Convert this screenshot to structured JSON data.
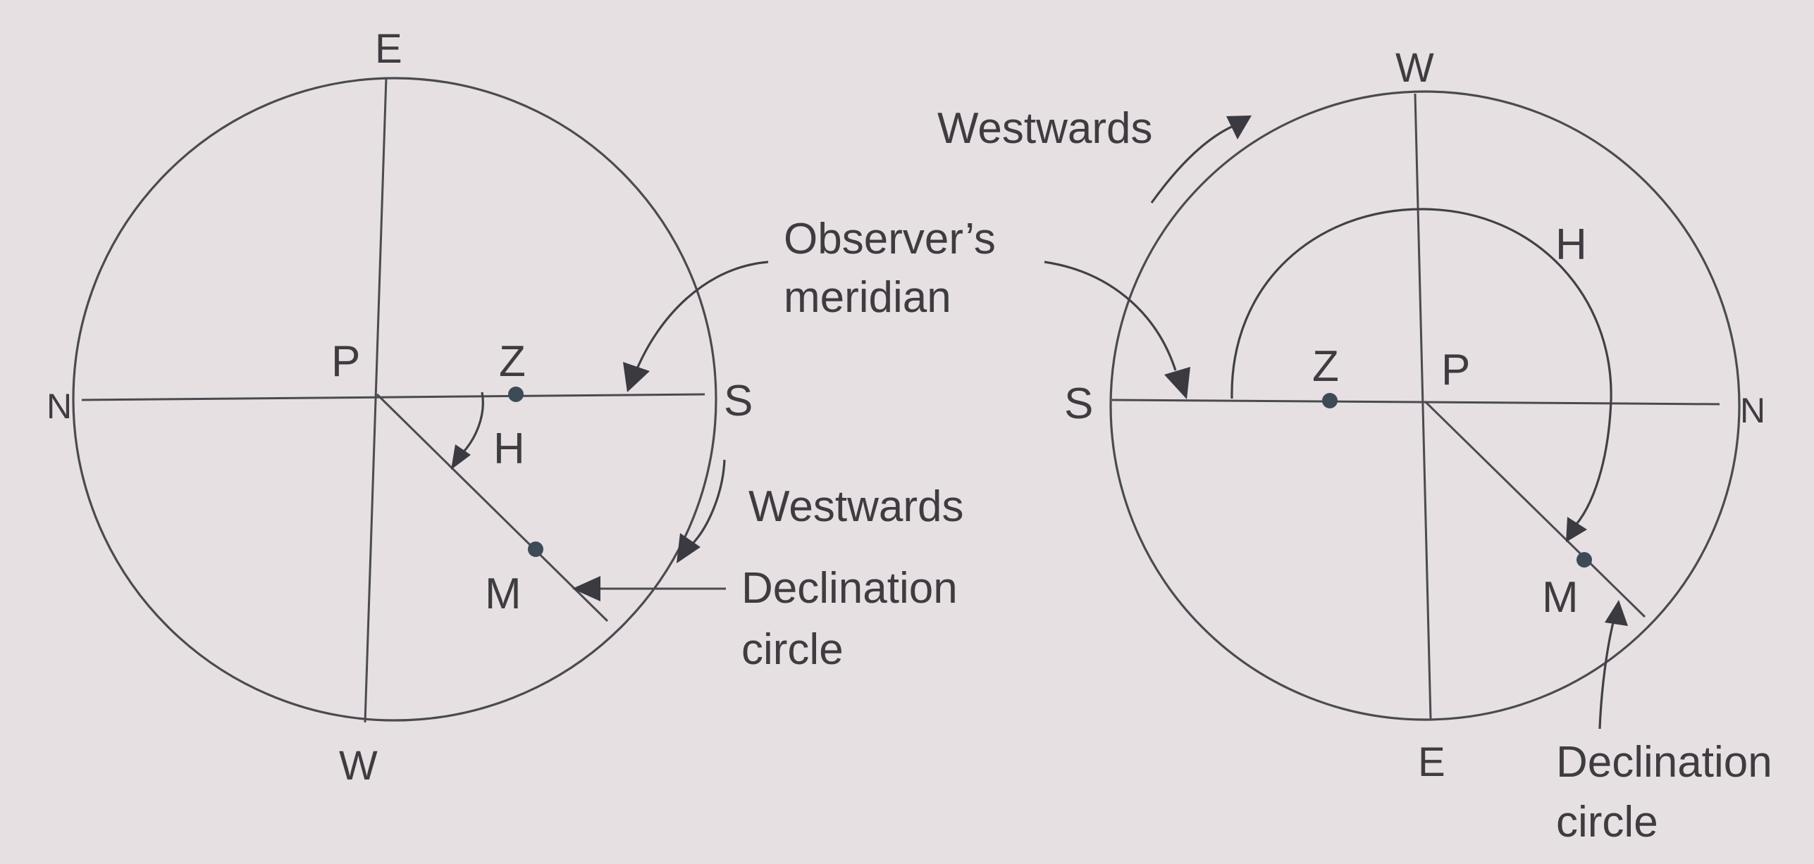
{
  "left_diagram": {
    "labels": {
      "east": "E",
      "west": "W",
      "north": "N",
      "south": "S",
      "pole": "P",
      "zenith": "Z",
      "hour_angle": "H",
      "body": "M"
    },
    "annotations": {
      "westwards": "Westwards",
      "declination_line1": "Declination",
      "declination_line2": "circle"
    }
  },
  "center_annotation": {
    "observers_meridian_line1": "Observer’s",
    "observers_meridian_line2": "meridian"
  },
  "right_diagram": {
    "labels": {
      "west": "W",
      "east": "E",
      "north": "N",
      "south": "S",
      "pole": "P",
      "zenith": "Z",
      "hour_angle": "H",
      "body": "M"
    },
    "annotations": {
      "westwards": "Westwards",
      "declination_line1": "Declination",
      "declination_line2": "circle"
    }
  },
  "colors": {
    "background": "#e6e0e2",
    "line": "#4a4a50",
    "text": "#3e3c40",
    "point": "#3d4a58"
  }
}
